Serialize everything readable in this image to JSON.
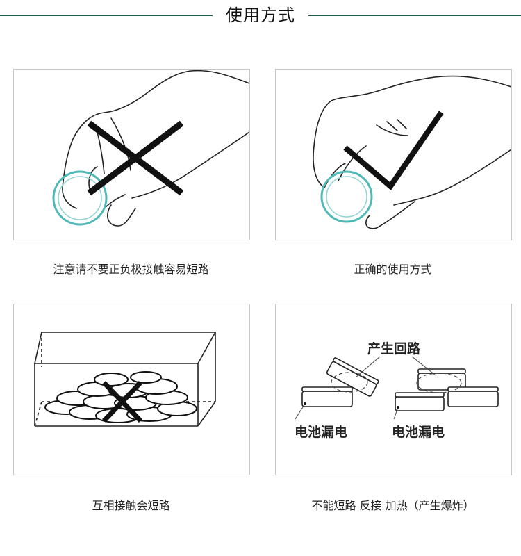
{
  "header": {
    "title": "使用方式"
  },
  "panels": [
    {
      "caption": "注意请不要正负极接触容易短路"
    },
    {
      "caption": "正确的使用方式"
    },
    {
      "caption": "互相接触会短路"
    },
    {
      "caption": "不能短路 反接 加热（产生爆炸）",
      "labels": {
        "loop": "产生回路",
        "leak_left": "电池漏电",
        "leak_right": "电池漏电"
      }
    }
  ],
  "colors": {
    "accent": "#1f5c4b",
    "ring": "#4fb9b8",
    "ink": "#111111"
  }
}
